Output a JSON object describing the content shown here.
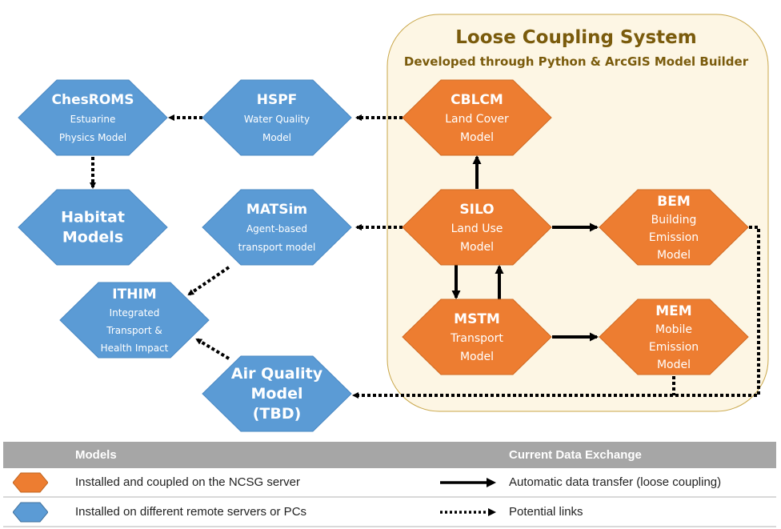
{
  "system": {
    "title": "Loose Coupling System",
    "subtitle": "Developed through Python & ArcGIS Model Builder"
  },
  "colors": {
    "coupled_model": "#ed7d31",
    "remote_model": "#5b9bd5",
    "system_fill": "#fdf6e4",
    "system_border": "#c9a74a",
    "title_text": "#7a5b0c"
  },
  "nodes": {
    "chesroms": {
      "title": "ChesROMS",
      "lines": [
        "Estuarine",
        "Physics Model"
      ],
      "kind": "remote"
    },
    "hspf": {
      "title": "HSPF",
      "lines": [
        "Water Quality",
        "Model"
      ],
      "kind": "remote"
    },
    "habitat": {
      "title": "Habitat",
      "lines": [
        "Models"
      ],
      "kind": "remote"
    },
    "matsim": {
      "title": "MATSim",
      "lines": [
        "Agent-based",
        "transport model"
      ],
      "kind": "remote"
    },
    "ithim": {
      "title": "ITHIM",
      "lines": [
        "Integrated",
        "Transport &",
        "Health Impact"
      ],
      "kind": "remote"
    },
    "airquality": {
      "title": "Air Quality",
      "lines": [
        "Model",
        "(TBD)"
      ],
      "kind": "remote"
    },
    "cblcm": {
      "title": "CBLCM",
      "lines": [
        "Land Cover",
        "Model"
      ],
      "kind": "coupled"
    },
    "silo": {
      "title": "SILO",
      "lines": [
        "Land Use",
        "Model"
      ],
      "kind": "coupled"
    },
    "mstm": {
      "title": "MSTM",
      "lines": [
        "Transport",
        "Model"
      ],
      "kind": "coupled"
    },
    "bem": {
      "title": "BEM",
      "lines": [
        "Building",
        "Emission",
        "Model"
      ],
      "kind": "coupled"
    },
    "mem": {
      "title": "MEM",
      "lines": [
        "Mobile",
        "Emission",
        "Model"
      ],
      "kind": "coupled"
    }
  },
  "edges": [
    {
      "from": "cblcm",
      "to": "hspf",
      "type": "potential"
    },
    {
      "from": "hspf",
      "to": "chesroms",
      "type": "potential"
    },
    {
      "from": "chesroms",
      "to": "habitat",
      "type": "potential"
    },
    {
      "from": "silo",
      "to": "matsim",
      "type": "potential"
    },
    {
      "from": "matsim",
      "to": "ithim",
      "type": "potential"
    },
    {
      "from": "airquality",
      "to": "ithim",
      "type": "potential"
    },
    {
      "from": "bem",
      "to": "airquality",
      "type": "potential"
    },
    {
      "from": "mem",
      "to": "airquality",
      "type": "potential"
    },
    {
      "from": "silo",
      "to": "cblcm",
      "type": "automatic"
    },
    {
      "from": "silo",
      "to": "bem",
      "type": "automatic"
    },
    {
      "from": "silo",
      "to": "mstm",
      "type": "automatic"
    },
    {
      "from": "mstm",
      "to": "silo",
      "type": "automatic"
    },
    {
      "from": "mstm",
      "to": "mem",
      "type": "automatic"
    }
  ],
  "legend": {
    "models_header": "Models",
    "exchange_header": "Current Data Exchange",
    "rows": [
      {
        "model_label": "Installed and coupled on the NCSG server",
        "exchange_label": "Automatic data transfer (loose coupling)"
      },
      {
        "model_label": "Installed on different remote servers or PCs",
        "exchange_label": "Potential links"
      }
    ]
  }
}
